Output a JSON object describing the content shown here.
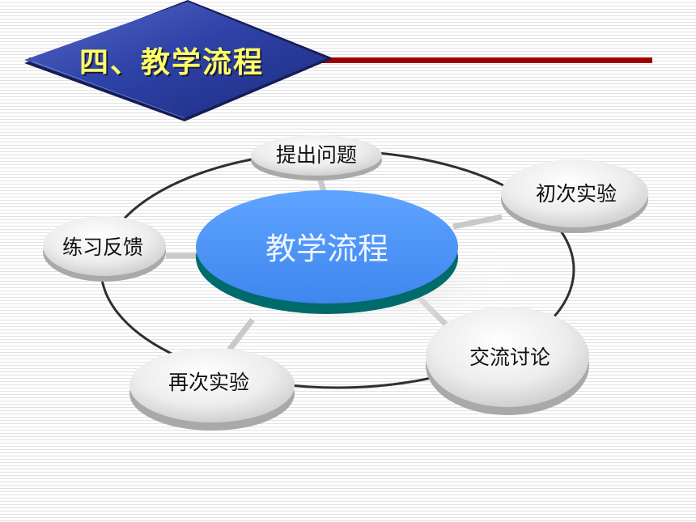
{
  "slide": {
    "title": "四、教学流程"
  },
  "diagram": {
    "center": {
      "label": "教学流程"
    },
    "nodes": [
      {
        "key": "node-1",
        "label": "提出问题"
      },
      {
        "key": "node-2",
        "label": "初次实验"
      },
      {
        "key": "node-3",
        "label": "交流讨论"
      },
      {
        "key": "node-4",
        "label": "再次实验"
      },
      {
        "key": "node-5",
        "label": "练习反馈"
      }
    ]
  },
  "colors": {
    "title_banner": "#2f43a8",
    "title_text": "#ffff66",
    "title_rule": "#a00000",
    "center_ellipse": "#4d94f2",
    "center_rim": "#006b6b",
    "node_fill": "#e6e6e6",
    "ring": "#303030"
  }
}
